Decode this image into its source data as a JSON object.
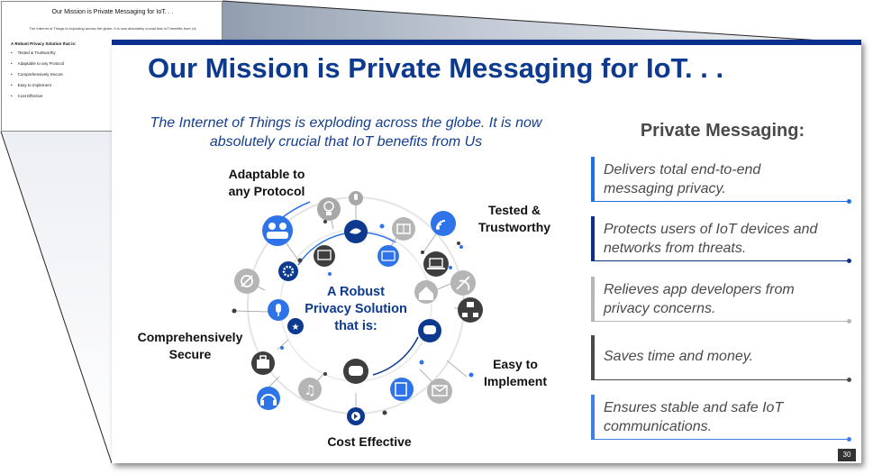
{
  "thumbnail": {
    "title": "Our Mission is Private Messaging for IoT. . .",
    "subtitle": "The Internet of Things is exploding across the globe. It is now absolutely crucial that IoT benefits from Us",
    "heading": "A Robust Privacy Solution that is:",
    "bullets": [
      "Tested & Trustworthy",
      "Adaptable to any Protocol",
      "Comprehensively Secure",
      "Easy to Implement",
      "Cost Effective"
    ]
  },
  "slide": {
    "title": "Our Mission is Private Messaging for IoT. . .",
    "subtitle_line1": "The Internet of Things is exploding across the globe. It is now",
    "subtitle_line2": "absolutely crucial that IoT benefits from Us",
    "center_line1": "A Robust",
    "center_line2": "Privacy Solution",
    "center_line3": "that is:",
    "labels": {
      "adaptable_1": "Adaptable to",
      "adaptable_2": "any Protocol",
      "tested_1": "Tested &",
      "tested_2": "Trustworthy",
      "secure_1": "Comprehensively",
      "secure_2": "Secure",
      "easy_1": "Easy to",
      "easy_2": "Implement",
      "cost": "Cost Effective"
    },
    "private_messaging": {
      "title": "Private Messaging:",
      "items": [
        {
          "line1": "Delivers total end-to-end",
          "line2": "messaging privacy.",
          "color": "#1f6fe0"
        },
        {
          "line1": "Protects users of IoT devices and",
          "line2": "networks from threats.",
          "color": "#0d2f86"
        },
        {
          "line1": "Relieves app developers from",
          "line2": "privacy concerns.",
          "color": "#b5b5b5"
        },
        {
          "line1": "Saves time and money.",
          "line2": "",
          "color": "#4a4a4a"
        },
        {
          "line1": "Ensures stable and safe IoT",
          "line2": "communications.",
          "color": "#3f7fe6"
        }
      ]
    },
    "page_number": "30"
  },
  "colors": {
    "navy": "#0d3a8e",
    "blue": "#2e74e8",
    "gray": "#a8a8a8",
    "dark": "#3e3e3e"
  }
}
